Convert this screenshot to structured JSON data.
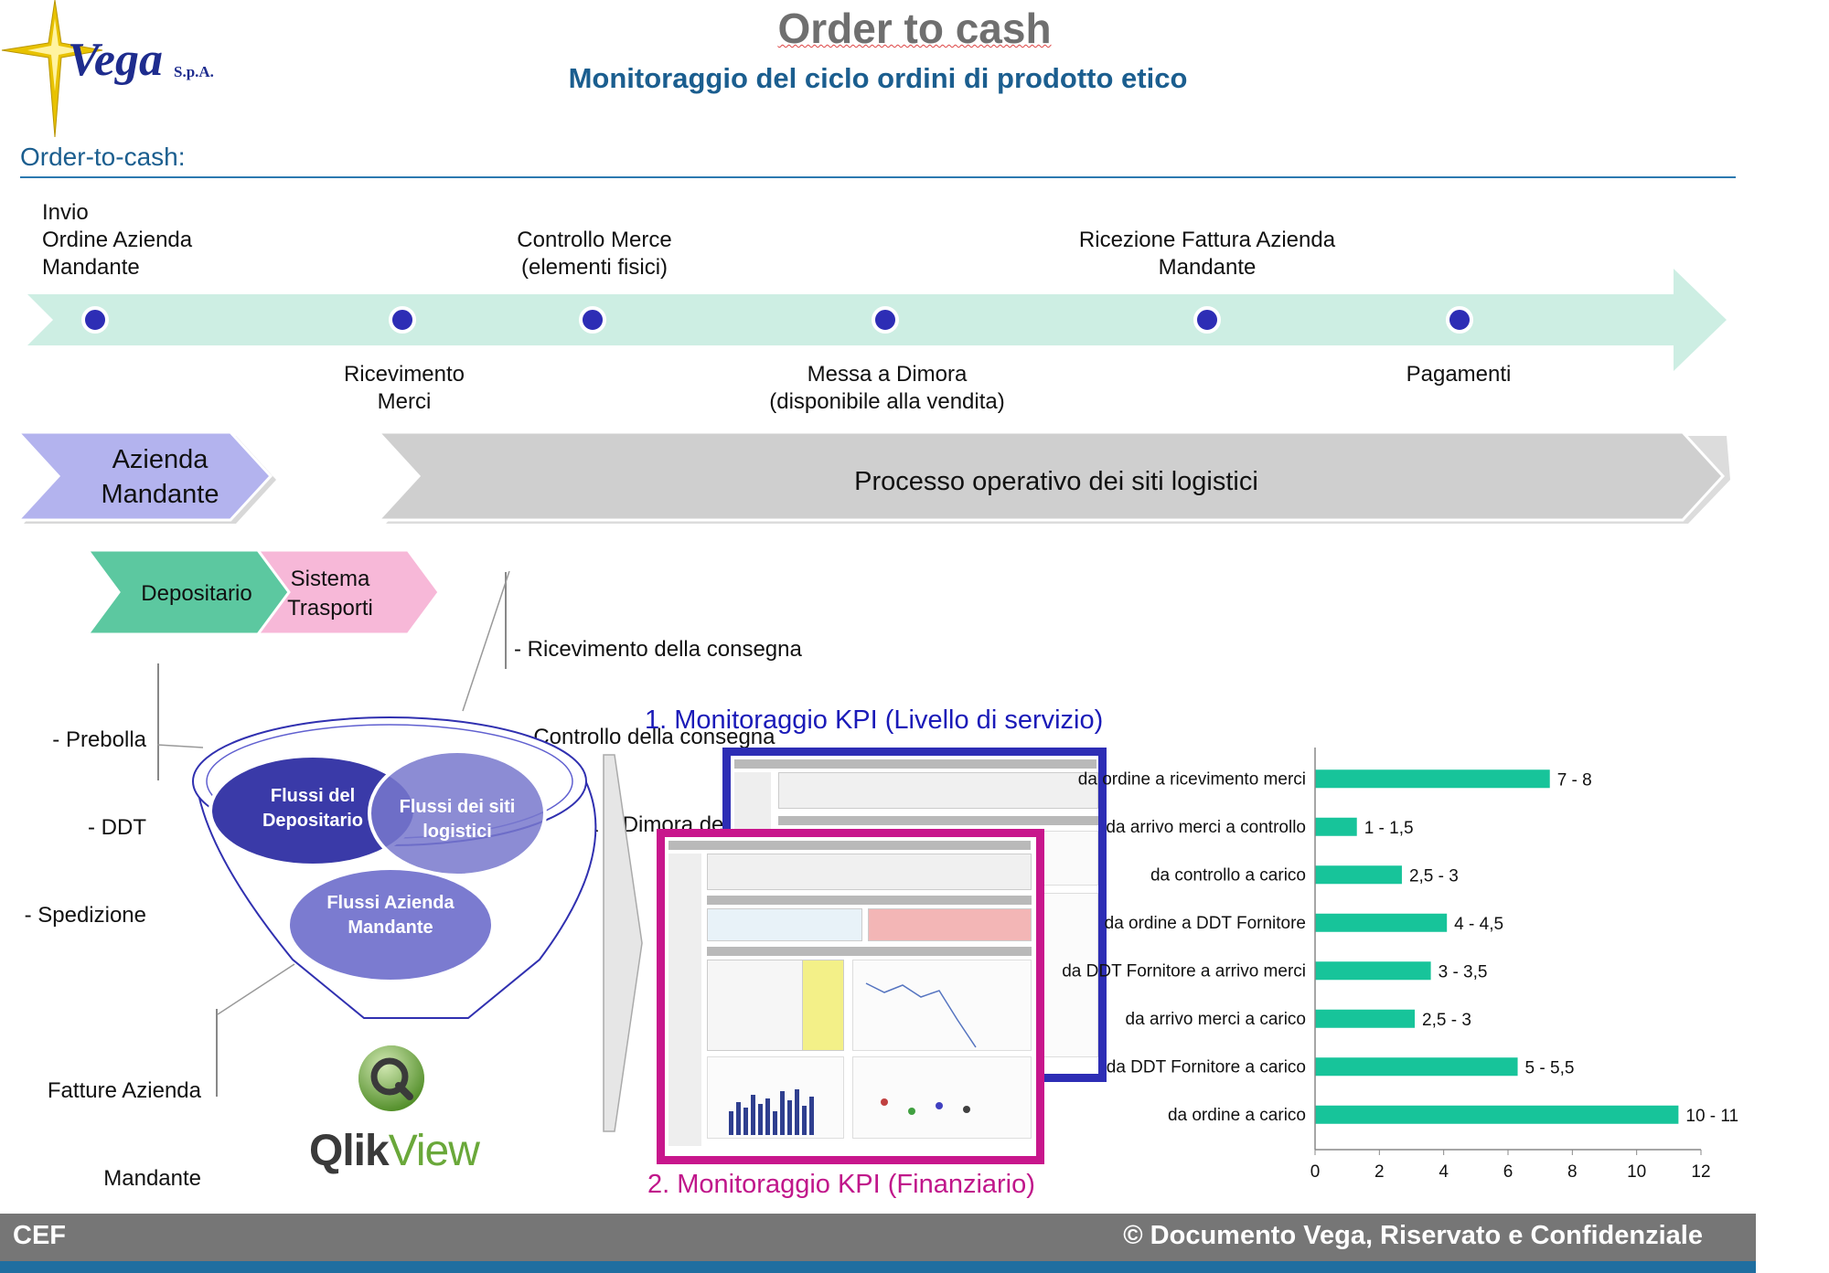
{
  "header": {
    "logo_text": "Vega",
    "logo_suffix": "S.p.A.",
    "title": "Order to cash",
    "subtitle": "Monitoraggio del ciclo ordini di prodotto etico"
  },
  "section_label": "Order-to-cash:",
  "timeline": {
    "above": [
      {
        "line1": "Invio",
        "line2": "Ordine Azienda",
        "line3": "Mandante"
      },
      {
        "line1": "Controllo Merce",
        "line2": "(elementi fisici)"
      },
      {
        "line1": "Ricezione Fattura Azienda",
        "line2": "Mandante"
      }
    ],
    "below": [
      {
        "line1": "Ricevimento",
        "line2": "Merci"
      },
      {
        "line1": "Messa a Dimora",
        "line2": "(disponibile alla vendita)"
      },
      {
        "line1": "Pagamenti"
      }
    ],
    "colors": {
      "arrow": "#cdeee3",
      "dot": "#2d2db5"
    }
  },
  "process": {
    "azienda": {
      "line1": "Azienda",
      "line2": "Mandante",
      "color": "#b3b3ee"
    },
    "operativo": {
      "label": "Processo operativo dei siti logistici",
      "color": "#cfcfcf"
    },
    "depositario": {
      "label": "Depositario",
      "color": "#5cc8a0"
    },
    "trasporti": {
      "line1": "Sistema",
      "line2": "Trasporti",
      "color": "#f7b8d8"
    }
  },
  "lists": {
    "logistic_steps": [
      "- Ricevimento della consegna",
      "-  Controllo della consegna",
      "-  Messa a Dimora delle merci"
    ],
    "depositario_docs": [
      "- Prebolla",
      "- DDT",
      "- Spedizione"
    ],
    "fatture": {
      "line1": "Fatture Azienda",
      "line2": "Mandante"
    }
  },
  "funnel": {
    "flussi_depositario": {
      "line1": "Flussi del",
      "line2": "Depositario"
    },
    "flussi_siti": {
      "line1": "Flussi dei siti",
      "line2": "logistici"
    },
    "flussi_azienda": {
      "line1": "Flussi Azienda",
      "line2": "Mandante"
    }
  },
  "brand": {
    "qlik": "Qlik",
    "view": "View"
  },
  "kpi": {
    "kpi1_title": "1. Monitoraggio KPI (Livello di servizio)",
    "kpi2_title": "2. Monitoraggio KPI (Finanziario)"
  },
  "chart_data": {
    "type": "bar",
    "orientation": "horizontal",
    "categories": [
      "da ordine a ricevimento merci",
      "da arrivo merci a controllo",
      "da controllo a carico",
      "da ordine a DDT Fornitore",
      "da DDT Fornitore a arrivo merci",
      "da arrivo merci a carico",
      "da DDT Fornitore a carico",
      "da ordine a carico"
    ],
    "values": [
      7.3,
      1.3,
      2.7,
      4.1,
      3.6,
      3.1,
      6.3,
      11.3
    ],
    "data_labels": [
      "7 - 8",
      "1 - 1,5",
      "2,5 - 3",
      "4 - 4,5",
      "3 - 3,5",
      "2,5 - 3",
      "5 - 5,5",
      "10 - 11"
    ],
    "xlim": [
      0,
      12
    ],
    "xticks": [
      "0",
      "2",
      "4",
      "6",
      "8",
      "10",
      "12"
    ],
    "bar_color": "#17c49a",
    "grid": false,
    "legend": "none"
  },
  "footer": {
    "left": "CEF",
    "right": "© Documento Vega, Riservato e Confidenziale"
  }
}
